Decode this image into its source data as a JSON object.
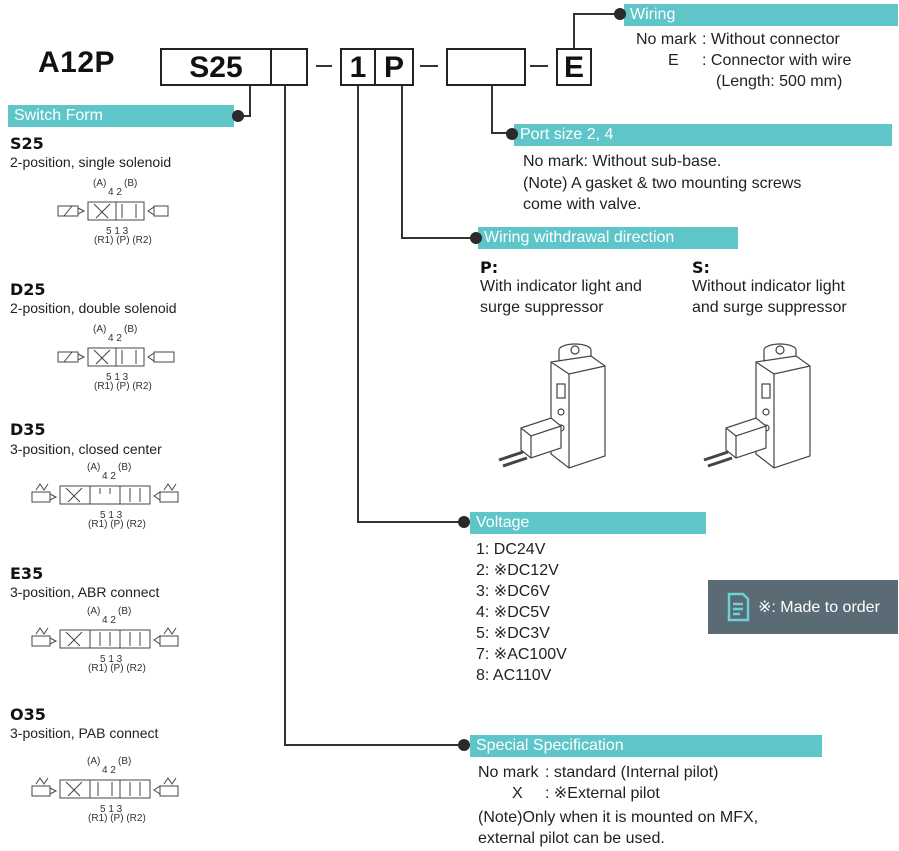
{
  "model": {
    "prefix": "A12P",
    "switch_form_code": "S25",
    "voltage_code": "1",
    "direction_code": "P",
    "wiring_code": "E"
  },
  "wiring": {
    "label": "Wiring",
    "nomark": "No mark",
    "nomark_desc": ": Without connector",
    "e": "E",
    "e_desc": ": Connector with wire",
    "e_desc2": "(Length: 500 mm)"
  },
  "switch_form": {
    "label": "Switch Form",
    "items": [
      {
        "code": "S25",
        "desc": "2-position, single solenoid"
      },
      {
        "code": "D25",
        "desc": "2-position, double solenoid"
      },
      {
        "code": "D35",
        "desc": "3-position, closed center"
      },
      {
        "code": "E35",
        "desc": "3-position, ABR connect"
      },
      {
        "code": "O35",
        "desc": "3-position, PAB connect"
      }
    ],
    "symbol_labels": {
      "top": "(A)",
      "top2": "(B)",
      "ports_top": "4 2",
      "ports_bottom": "5 1 3",
      "bottom": "(R1) (P) (R2)"
    }
  },
  "port_size": {
    "label": "Port size 2, 4",
    "lines": [
      "No mark: Without sub-base.",
      "(Note) A gasket & two mounting screws",
      "come with valve."
    ]
  },
  "withdrawal": {
    "label": "Wiring withdrawal direction",
    "p_code": "P:",
    "p_lines": [
      "With indicator light and",
      "surge suppressor"
    ],
    "s_code": "S:",
    "s_lines": [
      "Without indicator light",
      "and surge suppressor"
    ]
  },
  "voltage": {
    "label": "Voltage",
    "items": [
      "1: DC24V",
      "2: ※DC12V",
      "3: ※DC6V",
      "4: ※DC5V",
      "5: ※DC3V",
      "7: ※AC100V",
      "8: AC110V"
    ]
  },
  "made_to_order": {
    "text": "※: Made to order"
  },
  "special": {
    "label": "Special Specification",
    "nomark": "No mark",
    "nomark_desc": ": standard (Internal pilot)",
    "x": "X",
    "x_desc": ": ※External pilot",
    "note1": "(Note)Only when it is mounted on MFX,",
    "note2": "external pilot can be used."
  }
}
